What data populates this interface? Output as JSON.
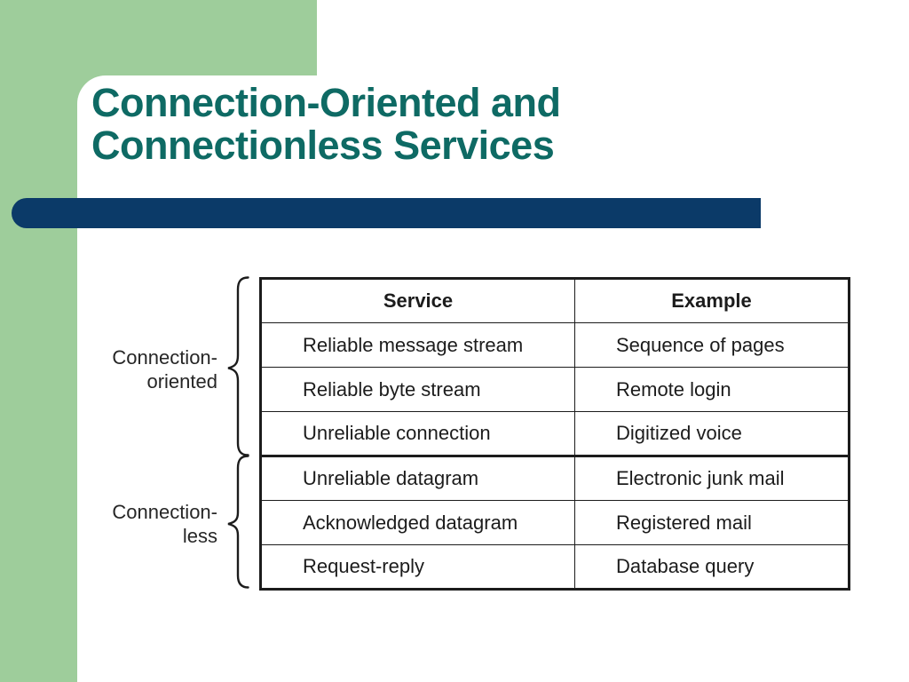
{
  "title": {
    "line1": "Connection-Oriented and",
    "line2": "Connectionless Services"
  },
  "colors": {
    "green": "#9ecd9b",
    "teal": "#0e6a64",
    "navy": "#0b3a68",
    "ink": "#1c1c1c"
  },
  "table": {
    "headers": [
      "Service",
      "Example"
    ],
    "rows": [
      {
        "service": "Reliable message stream",
        "example": "Sequence of pages"
      },
      {
        "service": "Reliable byte stream",
        "example": "Remote login"
      },
      {
        "service": "Unreliable connection",
        "example": "Digitized voice"
      },
      {
        "service": "Unreliable datagram",
        "example": "Electronic junk mail"
      },
      {
        "service": "Acknowledged datagram",
        "example": "Registered mail"
      },
      {
        "service": "Request-reply",
        "example": "Database query"
      }
    ]
  },
  "groups": [
    {
      "label_line1": "Connection-",
      "label_line2": "oriented"
    },
    {
      "label_line1": "Connection-",
      "label_line2": "less"
    }
  ]
}
